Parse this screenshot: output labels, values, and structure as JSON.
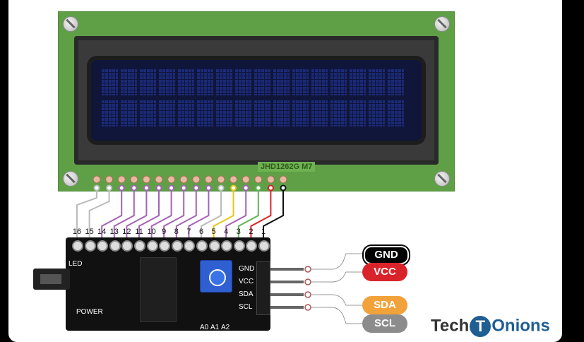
{
  "lcd": {
    "model": "JHD1262G M7"
  },
  "pin_numbers": [
    "16",
    "15",
    "14",
    "13",
    "12",
    "11",
    "10",
    "9",
    "8",
    "7",
    "6",
    "5",
    "4",
    "3",
    "2",
    "1"
  ],
  "module": {
    "led": "LED",
    "power": "POWER",
    "pins": [
      "GND",
      "VCC",
      "SDA",
      "SCL"
    ],
    "address_pads": [
      "A0",
      "A1",
      "A2"
    ]
  },
  "outputs": [
    {
      "label": "GND",
      "color": "#000000"
    },
    {
      "label": "VCC",
      "color": "#d9232a"
    },
    {
      "label": "SDA",
      "color": "#f2a23a"
    },
    {
      "label": "SCL",
      "color": "#8c8c8c"
    }
  ],
  "brand": {
    "prefix": "Tech",
    "badge": "T",
    "suffix": "Onions"
  },
  "colors": {
    "lcd_pcb": "#5fa046",
    "wire_default": "#a463b5",
    "wire_yellow": "#e6c619",
    "wire_green": "#5fb35a",
    "wire_red": "#d9232a",
    "wire_black": "#111111",
    "wire_gray": "#bbbbbb"
  }
}
